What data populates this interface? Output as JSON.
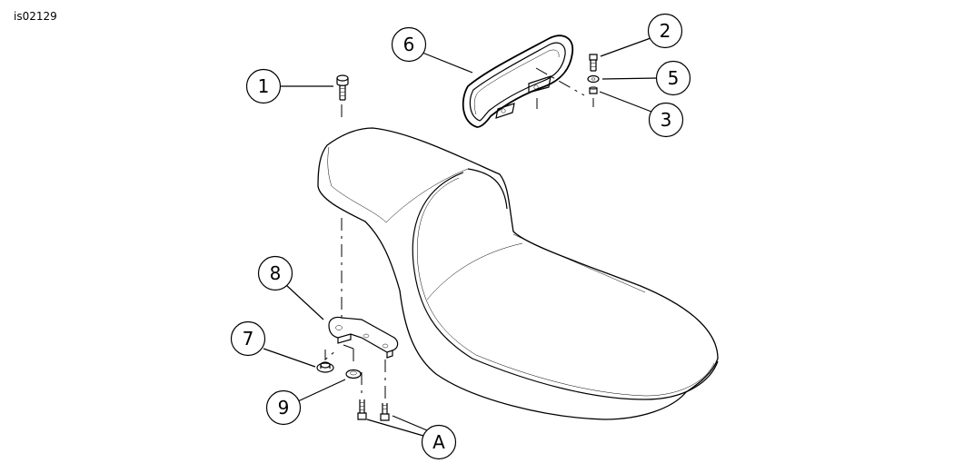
{
  "figure_id": "is02129",
  "callouts": [
    {
      "id": "1",
      "label": "1"
    },
    {
      "id": "2",
      "label": "2"
    },
    {
      "id": "3",
      "label": "3"
    },
    {
      "id": "5",
      "label": "5"
    },
    {
      "id": "6",
      "label": "6"
    },
    {
      "id": "7",
      "label": "7"
    },
    {
      "id": "8",
      "label": "8"
    },
    {
      "id": "9",
      "label": "9"
    },
    {
      "id": "A",
      "label": "A"
    }
  ]
}
